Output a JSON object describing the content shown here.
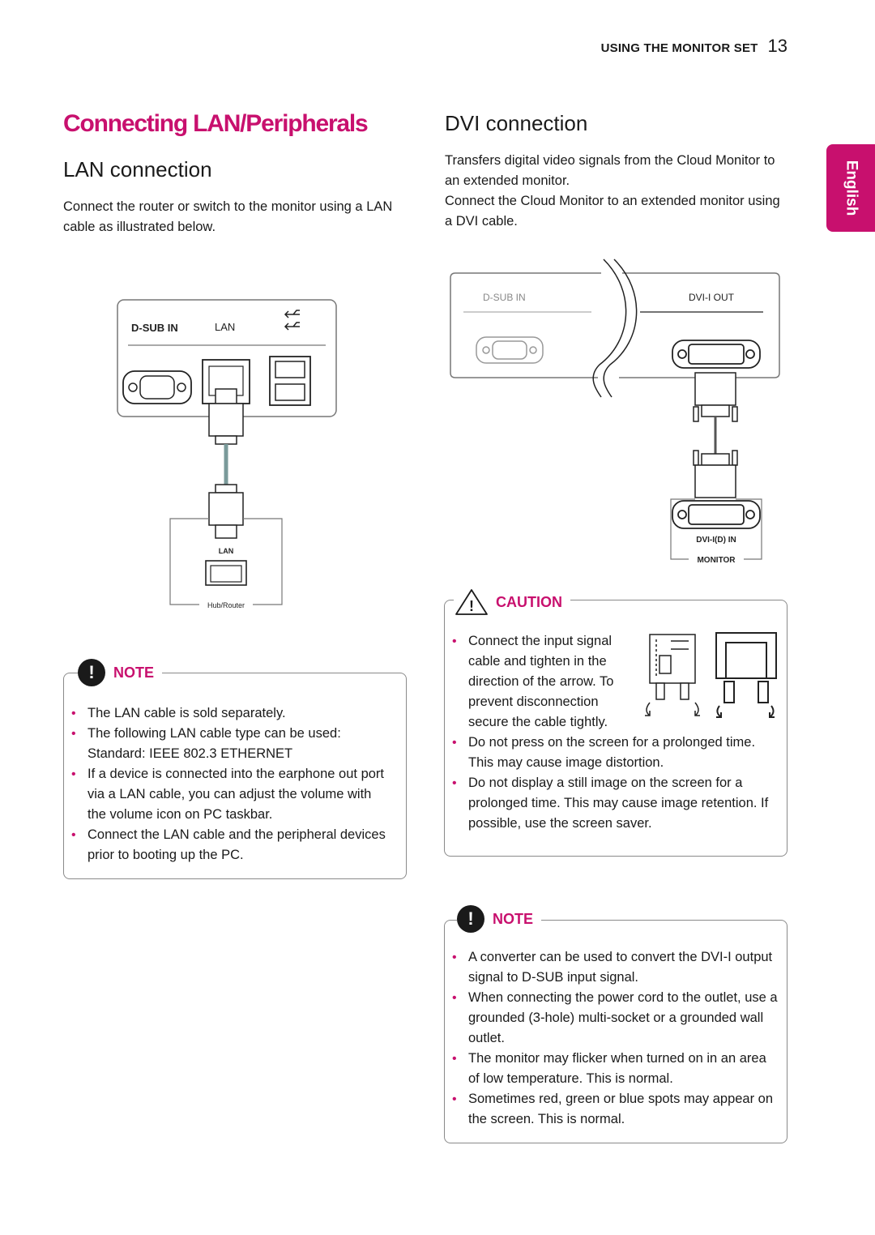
{
  "header": {
    "section": "USING THE MONITOR SET",
    "page_number": "13"
  },
  "language_tab": "English",
  "main_title": "Connecting LAN/Peripherals",
  "lan": {
    "heading": "LAN connection",
    "text": "Connect the router or switch to the monitor using a LAN cable as illustrated below.",
    "diagram": {
      "dsub_label": "D-SUB IN",
      "lan_label": "LAN",
      "hub_lan_label": "LAN",
      "hub_label": "Hub/Router"
    },
    "note": {
      "label": "NOTE",
      "items": [
        "The LAN cable is sold separately.",
        "The following LAN cable type can be used: Standard: IEEE 802.3 ETHERNET",
        "If a device is connected into the earphone out port via a LAN cable, you can adjust the volume with the volume icon on PC taskbar.",
        "Connect the LAN cable and the peripheral devices prior to booting up the PC."
      ]
    }
  },
  "dvi": {
    "heading": "DVI connection",
    "text1": "Transfers digital video signals from the Cloud Monitor to an extended monitor.",
    "text2": "Connect the Cloud Monitor to an extended monitor using a DVI cable.",
    "diagram": {
      "dsub_label": "D-SUB IN",
      "dvi_out_label": "DVI-I OUT",
      "dvi_in_label": "DVI-I(D) IN",
      "monitor_label": "MONITOR"
    },
    "caution": {
      "label": "CAUTION",
      "items": [
        "Connect the input signal cable and tighten in the direction of the arrow. To prevent disconnection secure the cable tightly.",
        "Do not press on the screen for a prolonged time. This may cause image distortion.",
        "Do not display a still image on the screen for a prolonged time. This may cause image retention. If possible, use the screen saver."
      ]
    },
    "note": {
      "label": "NOTE",
      "items": [
        "A converter can be used to convert the DVI-I output signal to D-SUB input signal.",
        "When connecting the power cord to the outlet, use a grounded (3-hole) multi-socket or a grounded wall outlet.",
        "The monitor may flicker when turned on in an area of low temperature. This is normal.",
        "Sometimes red, green or blue spots may appear on the screen. This is normal."
      ]
    }
  },
  "colors": {
    "accent": "#c8106e",
    "text": "#1a1a1a",
    "border": "#8a8a8a"
  }
}
